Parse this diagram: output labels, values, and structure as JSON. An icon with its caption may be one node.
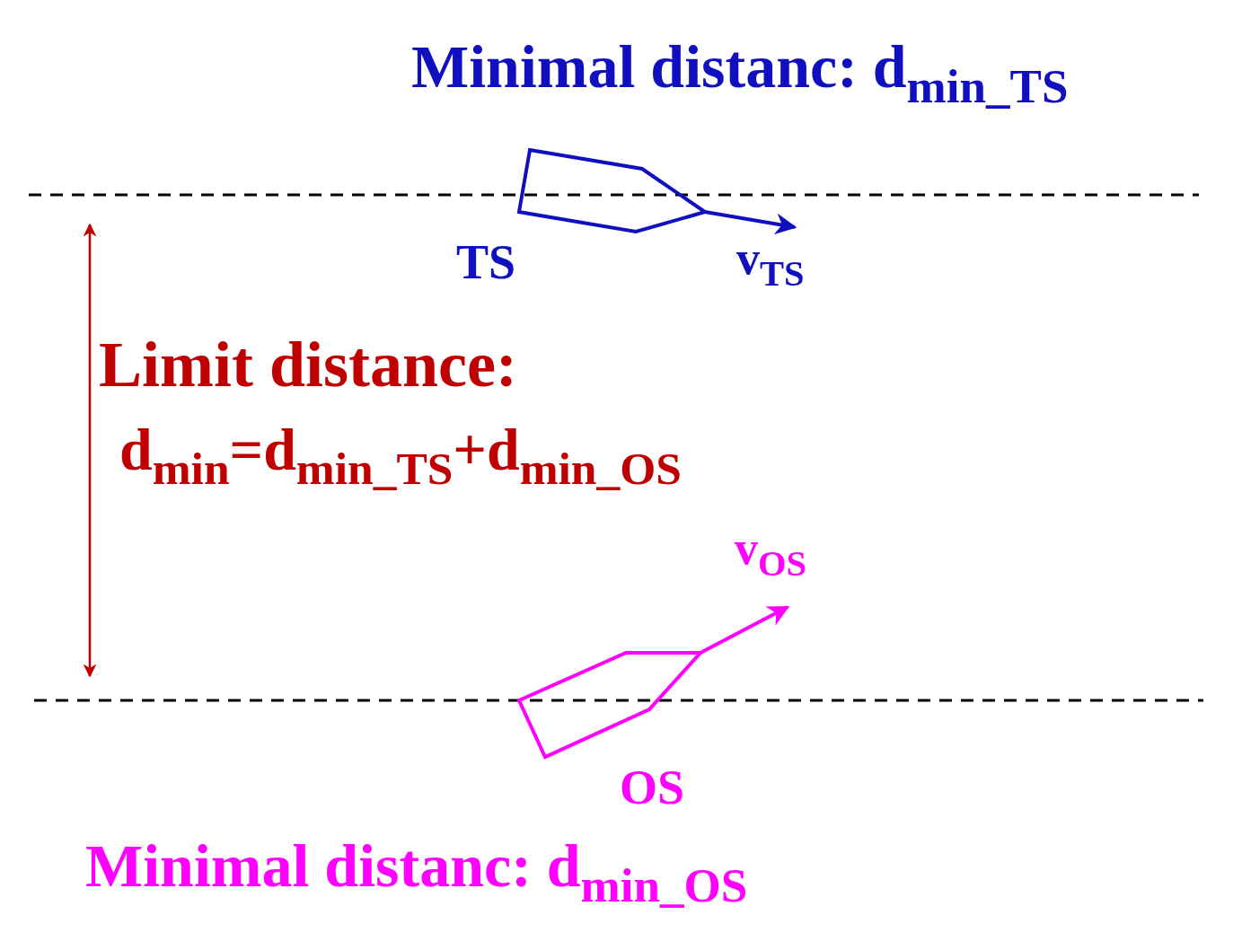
{
  "diagram": {
    "nodes": [
      {
        "text": [
          "TS"
        ]
      },
      {
        "text": [
          "OS"
        ]
      }
    ],
    "edges": [],
    "labels": [
      "Minimal distanc: d$_{min_TS}$",
      "v$_{TS}$",
      "Limit distance:",
      "d$_{min}$=d$_{min_TS}$+d$_{min_OS}$",
      "v$_{OS}$",
      "Minimal distanc: d$_{min_OS}$"
    ]
  }
}
